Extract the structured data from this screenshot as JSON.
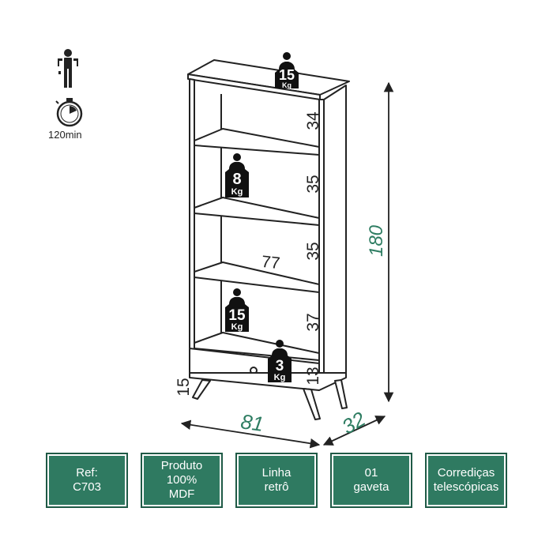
{
  "assembly": {
    "people_icon": "person-icon",
    "time_icon": "stopwatch-icon",
    "time_label": "120min"
  },
  "dimensions": {
    "height": "180",
    "width": "81",
    "depth": "32",
    "inner_width": "77",
    "leg_height": "15",
    "shelf_gaps": [
      "34",
      "35",
      "35",
      "37",
      "13"
    ]
  },
  "weights": [
    {
      "value": "15",
      "unit": "Kg",
      "location": "top"
    },
    {
      "value": "8",
      "unit": "Kg",
      "location": "shelf-1"
    },
    {
      "value": "15",
      "unit": "Kg",
      "location": "bottom-shelf"
    },
    {
      "value": "3",
      "unit": "Kg",
      "location": "drawer"
    }
  ],
  "features": [
    {
      "line1": "Ref:",
      "line2": "C703"
    },
    {
      "line1": "Produto",
      "line2": "100%",
      "line3": "MDF"
    },
    {
      "line1": "Linha",
      "line2": "retrô"
    },
    {
      "line1": "01",
      "line2": "gaveta"
    },
    {
      "line1": "Corrediças",
      "line2": "telescópicas"
    }
  ],
  "colors": {
    "feature_box": "#2f7a61",
    "dimension_accent": "#2e7d62",
    "line": "#222222"
  }
}
